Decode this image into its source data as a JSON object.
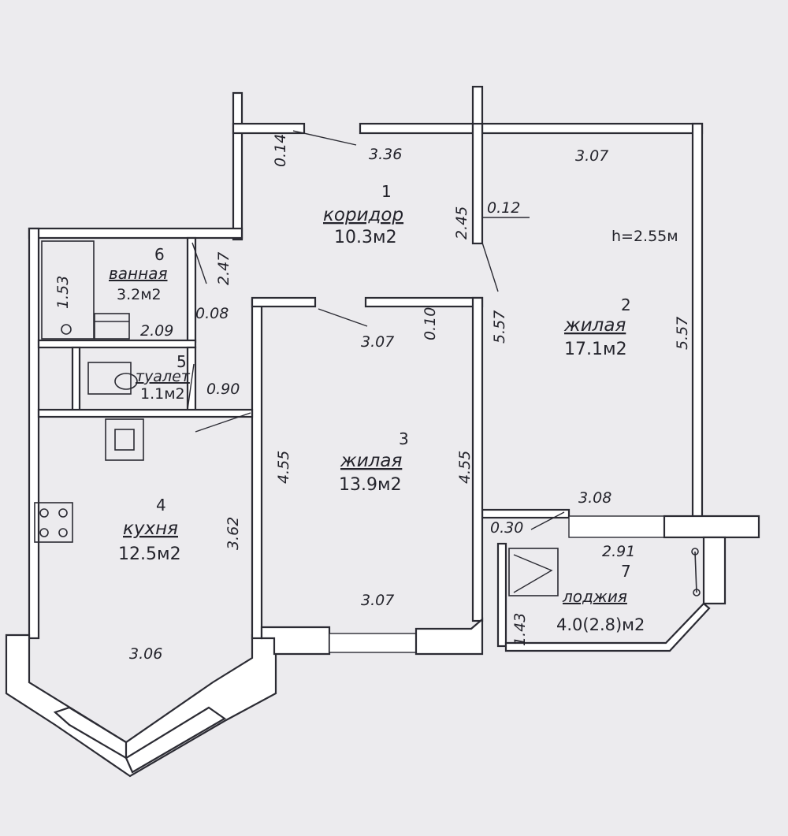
{
  "rooms": [
    {
      "number": "1",
      "name": "коридор",
      "area": "10.3м2"
    },
    {
      "number": "2",
      "name": "жилая",
      "area": "17.1м2"
    },
    {
      "number": "3",
      "name": "жилая",
      "area": "13.9м2"
    },
    {
      "number": "4",
      "name": "кухня",
      "area": "12.5м2"
    },
    {
      "number": "5",
      "name": "туалет",
      "area": "1.1м2"
    },
    {
      "number": "6",
      "name": "ванная",
      "area": "3.2м2"
    },
    {
      "number": "7",
      "name": "лоджия",
      "area": "4.0(2.8)м2"
    }
  ],
  "ceiling_height": "h=2.55м",
  "dimensions": {
    "corridor_top": "3.36",
    "corridor_left_wall": "0.14",
    "corridor_height": "2.45",
    "wall_0_12": "0.12",
    "room2_top": "3.07",
    "room2_left": "5.57",
    "room2_right": "5.57",
    "room2_bottom": "3.08",
    "wall_0_30": "0.30",
    "loggia_top": "2.91",
    "loggia_left": "1.43",
    "room3_top": "3.07",
    "room3_wall": "0.10",
    "room3_left": "4.55",
    "room3_right": "4.55",
    "room3_bottom": "3.07",
    "bath_height": "1.53",
    "bath_side": "2.47",
    "bath_width": "2.09",
    "wall_0_08": "0.08",
    "kitchen_door": "0.90",
    "kitchen_height": "3.62",
    "kitchen_bottom": "3.06"
  }
}
